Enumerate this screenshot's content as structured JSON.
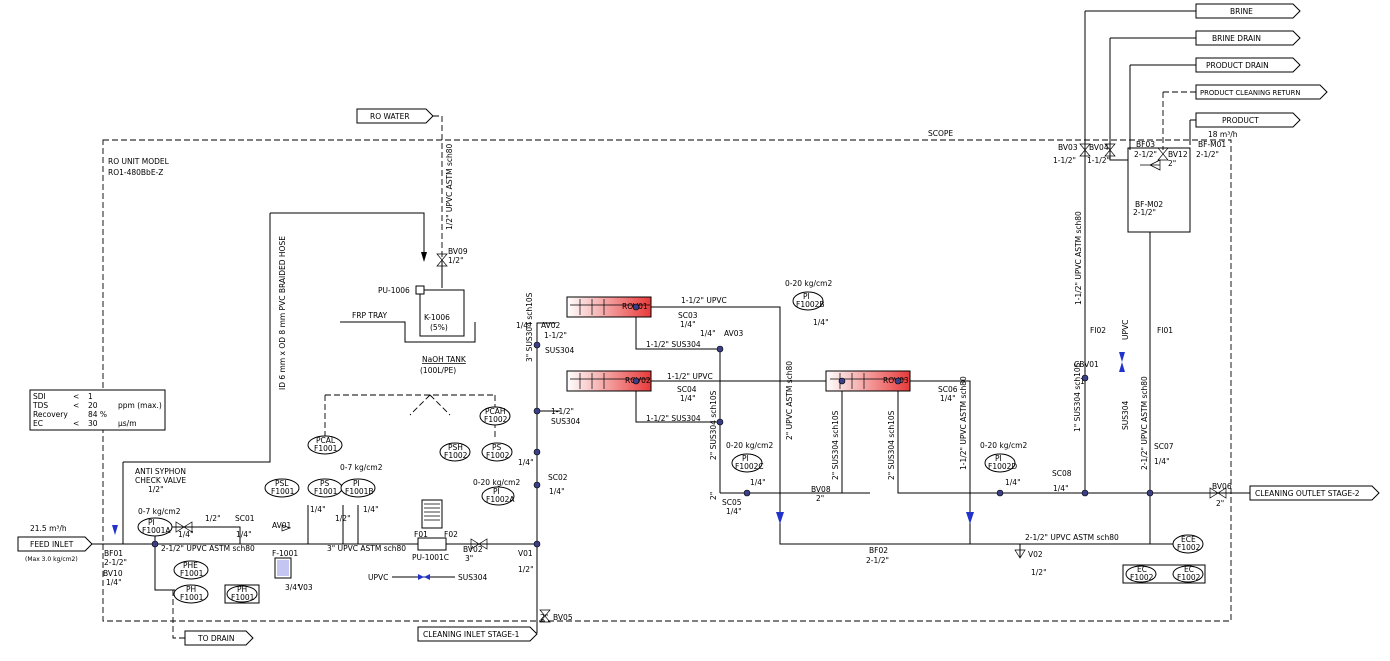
{
  "tags": {
    "brine": "BRINE",
    "brine_drain": "BRINE DRAIN",
    "product_drain": "PRODUCT DRAIN",
    "product_cleaning_return": "PRODUCT CLEANING RETURN",
    "product": "PRODUCT",
    "product_flow": "18 m³/h",
    "ro_water": "RO WATER",
    "feed_inlet": "FEED INLET",
    "feed_flow": "21.5 m³/h",
    "feed_max": "(Max 3.0 kg/cm2)",
    "to_drain": "TO DRAIN",
    "cleaning_inlet": "CLEANING INLET STAGE-1",
    "cleaning_outlet": "CLEANING OUTLET STAGE-2"
  },
  "scope_label": "SCOPE",
  "unit_model": [
    "RO UNIT MODEL",
    "RO1-480BbE-Z"
  ],
  "spec_table": [
    {
      "param": "SDI",
      "op": "<",
      "value": "1",
      "unit": ""
    },
    {
      "param": "TDS",
      "op": "<",
      "value": "20",
      "unit": "ppm (max.)"
    },
    {
      "param": "Recovery",
      "op": "",
      "value": "84 %",
      "unit": ""
    },
    {
      "param": "EC",
      "op": "<",
      "value": "30",
      "unit": "μs/m"
    }
  ],
  "dosing": {
    "pump": "PU-1006",
    "tank_tag": "K-1006",
    "tank_conc": "(5%)",
    "tray": "FRP TRAY",
    "tank_name": "NaOH TANK",
    "tank_spec": "(100L/PE)",
    "hose": "ID 6 mm x OD 8 mm PVC BRAIDED HOSE",
    "ro_water_pipe": "1/2\" UPVC ASTM sch80",
    "bv09": "BV09",
    "bv09_size": "1/2\""
  },
  "vessels": [
    "ROV01",
    "ROV02",
    "ROV03"
  ],
  "instruments": [
    {
      "l1": "PI",
      "l2": "F1001A"
    },
    {
      "l1": "PHE",
      "l2": "F1001"
    },
    {
      "l1": "PH",
      "l2": "F1001"
    },
    {
      "l1": "PH",
      "l2": "F1001"
    },
    {
      "l1": "PCAL",
      "l2": "F1001"
    },
    {
      "l1": "PSL",
      "l2": "F1001"
    },
    {
      "l1": "PS",
      "l2": "F1001"
    },
    {
      "l1": "PI",
      "l2": "F1001B"
    },
    {
      "l1": "PCAH",
      "l2": "F1002"
    },
    {
      "l1": "PSH",
      "l2": "F1002"
    },
    {
      "l1": "PS",
      "l2": "F1002"
    },
    {
      "l1": "PI",
      "l2": "F1002A"
    },
    {
      "l1": "PI",
      "l2": "F1002B"
    },
    {
      "l1": "PI",
      "l2": "F1002C"
    },
    {
      "l1": "PI",
      "l2": "F1002D"
    },
    {
      "l1": "ECE",
      "l2": "F1002"
    },
    {
      "l1": "EC",
      "l2": "F1002"
    },
    {
      "l1": "EC",
      "l2": "F1002"
    }
  ],
  "labels": {
    "anti_syphon": "ANTI SYPHON",
    "check_valve": "CHECK VALVE",
    "half_inch": "1/2\"",
    "bf01": "BF01",
    "bf01_size": "2-1/2\"",
    "bv10": "BV10",
    "bv10_size": "1/4\"",
    "pressure_0_7": "0-7 kg/cm2",
    "pressure_0_20": "0-20 kg/cm2",
    "main_pipe_1": "2-1/2\" UPVC ASTM sch80",
    "sc01": "SC01",
    "av01": "AV01",
    "filter": "F-1001",
    "v03": "V03",
    "v03_size": "3/4\"",
    "main_pipe_2": "3\" UPVC ASTM sch80",
    "f01": "F01",
    "f02": "F02",
    "pump": "PU-1001C",
    "bv02": "BV02",
    "bv02_size": "3\"",
    "v01": "V01",
    "bv05": "BV05",
    "two_inch": "2\"",
    "upvc": "UPVC",
    "sus304": "SUS304",
    "av02": "AV02",
    "one_half": "1-1/2\"",
    "sus304_3in": "3\" SUS304 sch10S",
    "quarter": "1/4\"",
    "sc02": "SC02",
    "sc03": "SC03",
    "sc04": "SC04",
    "sc05": "SC05",
    "sc06": "SC06",
    "sc07": "SC07",
    "sc08": "SC08",
    "av03": "AV03",
    "p_upvc": "1-1/2\" UPVC",
    "p_sus": "1-1/2\" SUS304",
    "bv08": "BV08",
    "bf02": "BF02",
    "v02": "V02",
    "bv06": "BV06",
    "sus_2in_10s": "2\" SUS304 sch10S",
    "upvc_2in": "2\" UPVC ASTM sch80",
    "upvc_212": "2-1/2\" UPVC ASTM sch80",
    "upvc_112": "1-1/2\" UPVC ASTM sch80",
    "bv03": "BV03",
    "bv04": "BV04",
    "bf03": "BF03",
    "bv12": "BV12",
    "bfm01": "BF-M01",
    "bfm02": "BF-M02",
    "fi01": "FI01",
    "fi02": "FI02",
    "cbv01": "CBV01",
    "one_inch": "1\"",
    "sus_1in": "1\" SUS304 sch10S",
    "two_half": "2-1/2\""
  },
  "colors": {
    "membrane_red": "#e83a3a",
    "flow_arrow": "#1a2fd0",
    "node_fill": "#3b3f86"
  }
}
